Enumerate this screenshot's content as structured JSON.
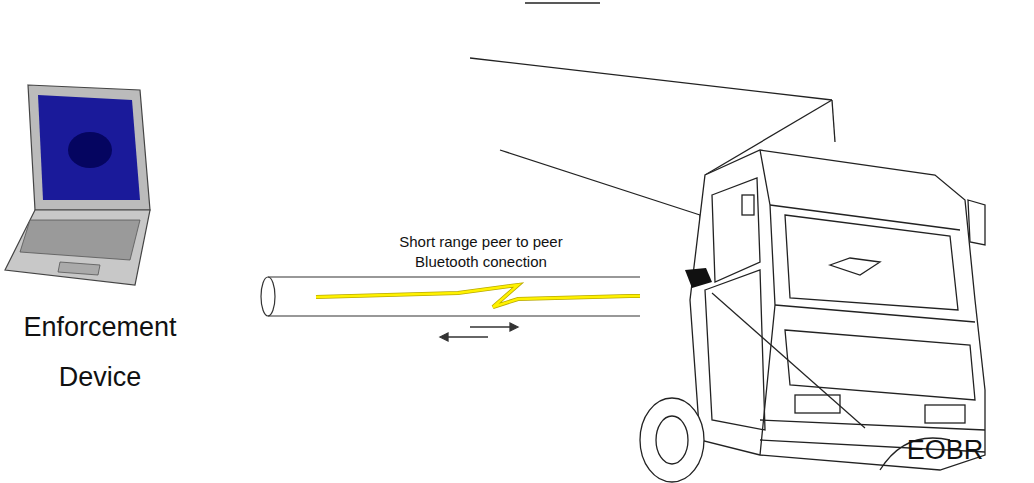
{
  "diagram": {
    "nodes": [
      {
        "text": [
          "Enforcement Device"
        ]
      },
      {
        "text": [
          "EOBR"
        ]
      }
    ],
    "edges": [
      {
        "from": 0,
        "to": 1,
        "label": "Short range peer to peer Bluetooth conection",
        "arrow": "none"
      }
    ]
  }
}
